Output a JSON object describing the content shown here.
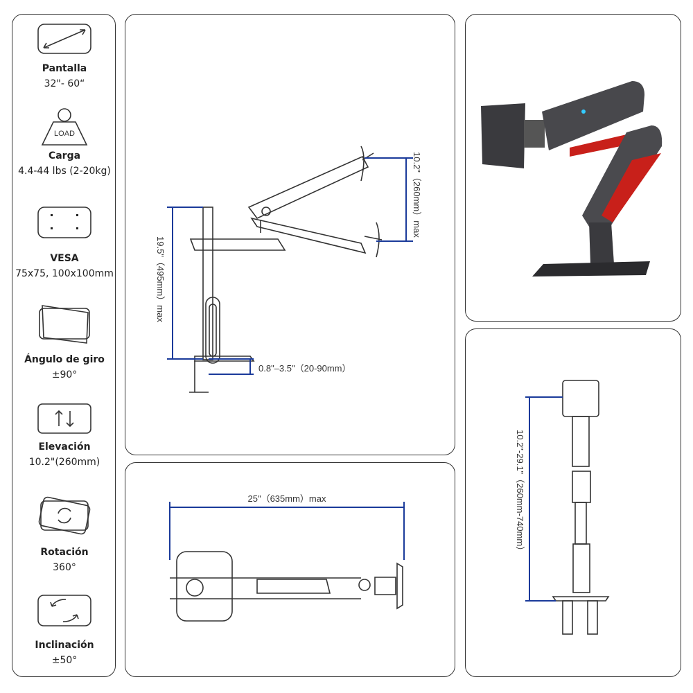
{
  "specs": [
    {
      "title": "Pantalla",
      "value": "32\"- 60“",
      "icon": "screen-size-icon"
    },
    {
      "title": "Carga",
      "value": "4.4-44 lbs (2-20kg)",
      "icon": "load-weight-icon",
      "icon_text": "LOAD"
    },
    {
      "title": "VESA",
      "value": "75x75, 100x100mm",
      "icon": "vesa-icon"
    },
    {
      "title": "Ángulo de giro",
      "value": "±90°",
      "icon": "swivel-icon"
    },
    {
      "title": "Elevación",
      "value": "10.2\"(260mm)",
      "icon": "elevation-icon"
    },
    {
      "title": "Rotación",
      "value": "360°",
      "icon": "rotation-icon"
    },
    {
      "title": "Inclinación",
      "value": "±50°",
      "icon": "tilt-icon"
    }
  ],
  "side_view": {
    "height": "19.5\"（495mm）max",
    "lift": "10.2\"（260mm）max",
    "clamp": "0.8\"–3.5\"（20-90mm）"
  },
  "top_view": {
    "reach": "25\"（635mm）max"
  },
  "front_view": {
    "height": "10.2\"-29.1\"（260mm-740mm）"
  },
  "colors": {
    "dimension": "#1a3a9a",
    "accent_red": "#c8201a"
  }
}
